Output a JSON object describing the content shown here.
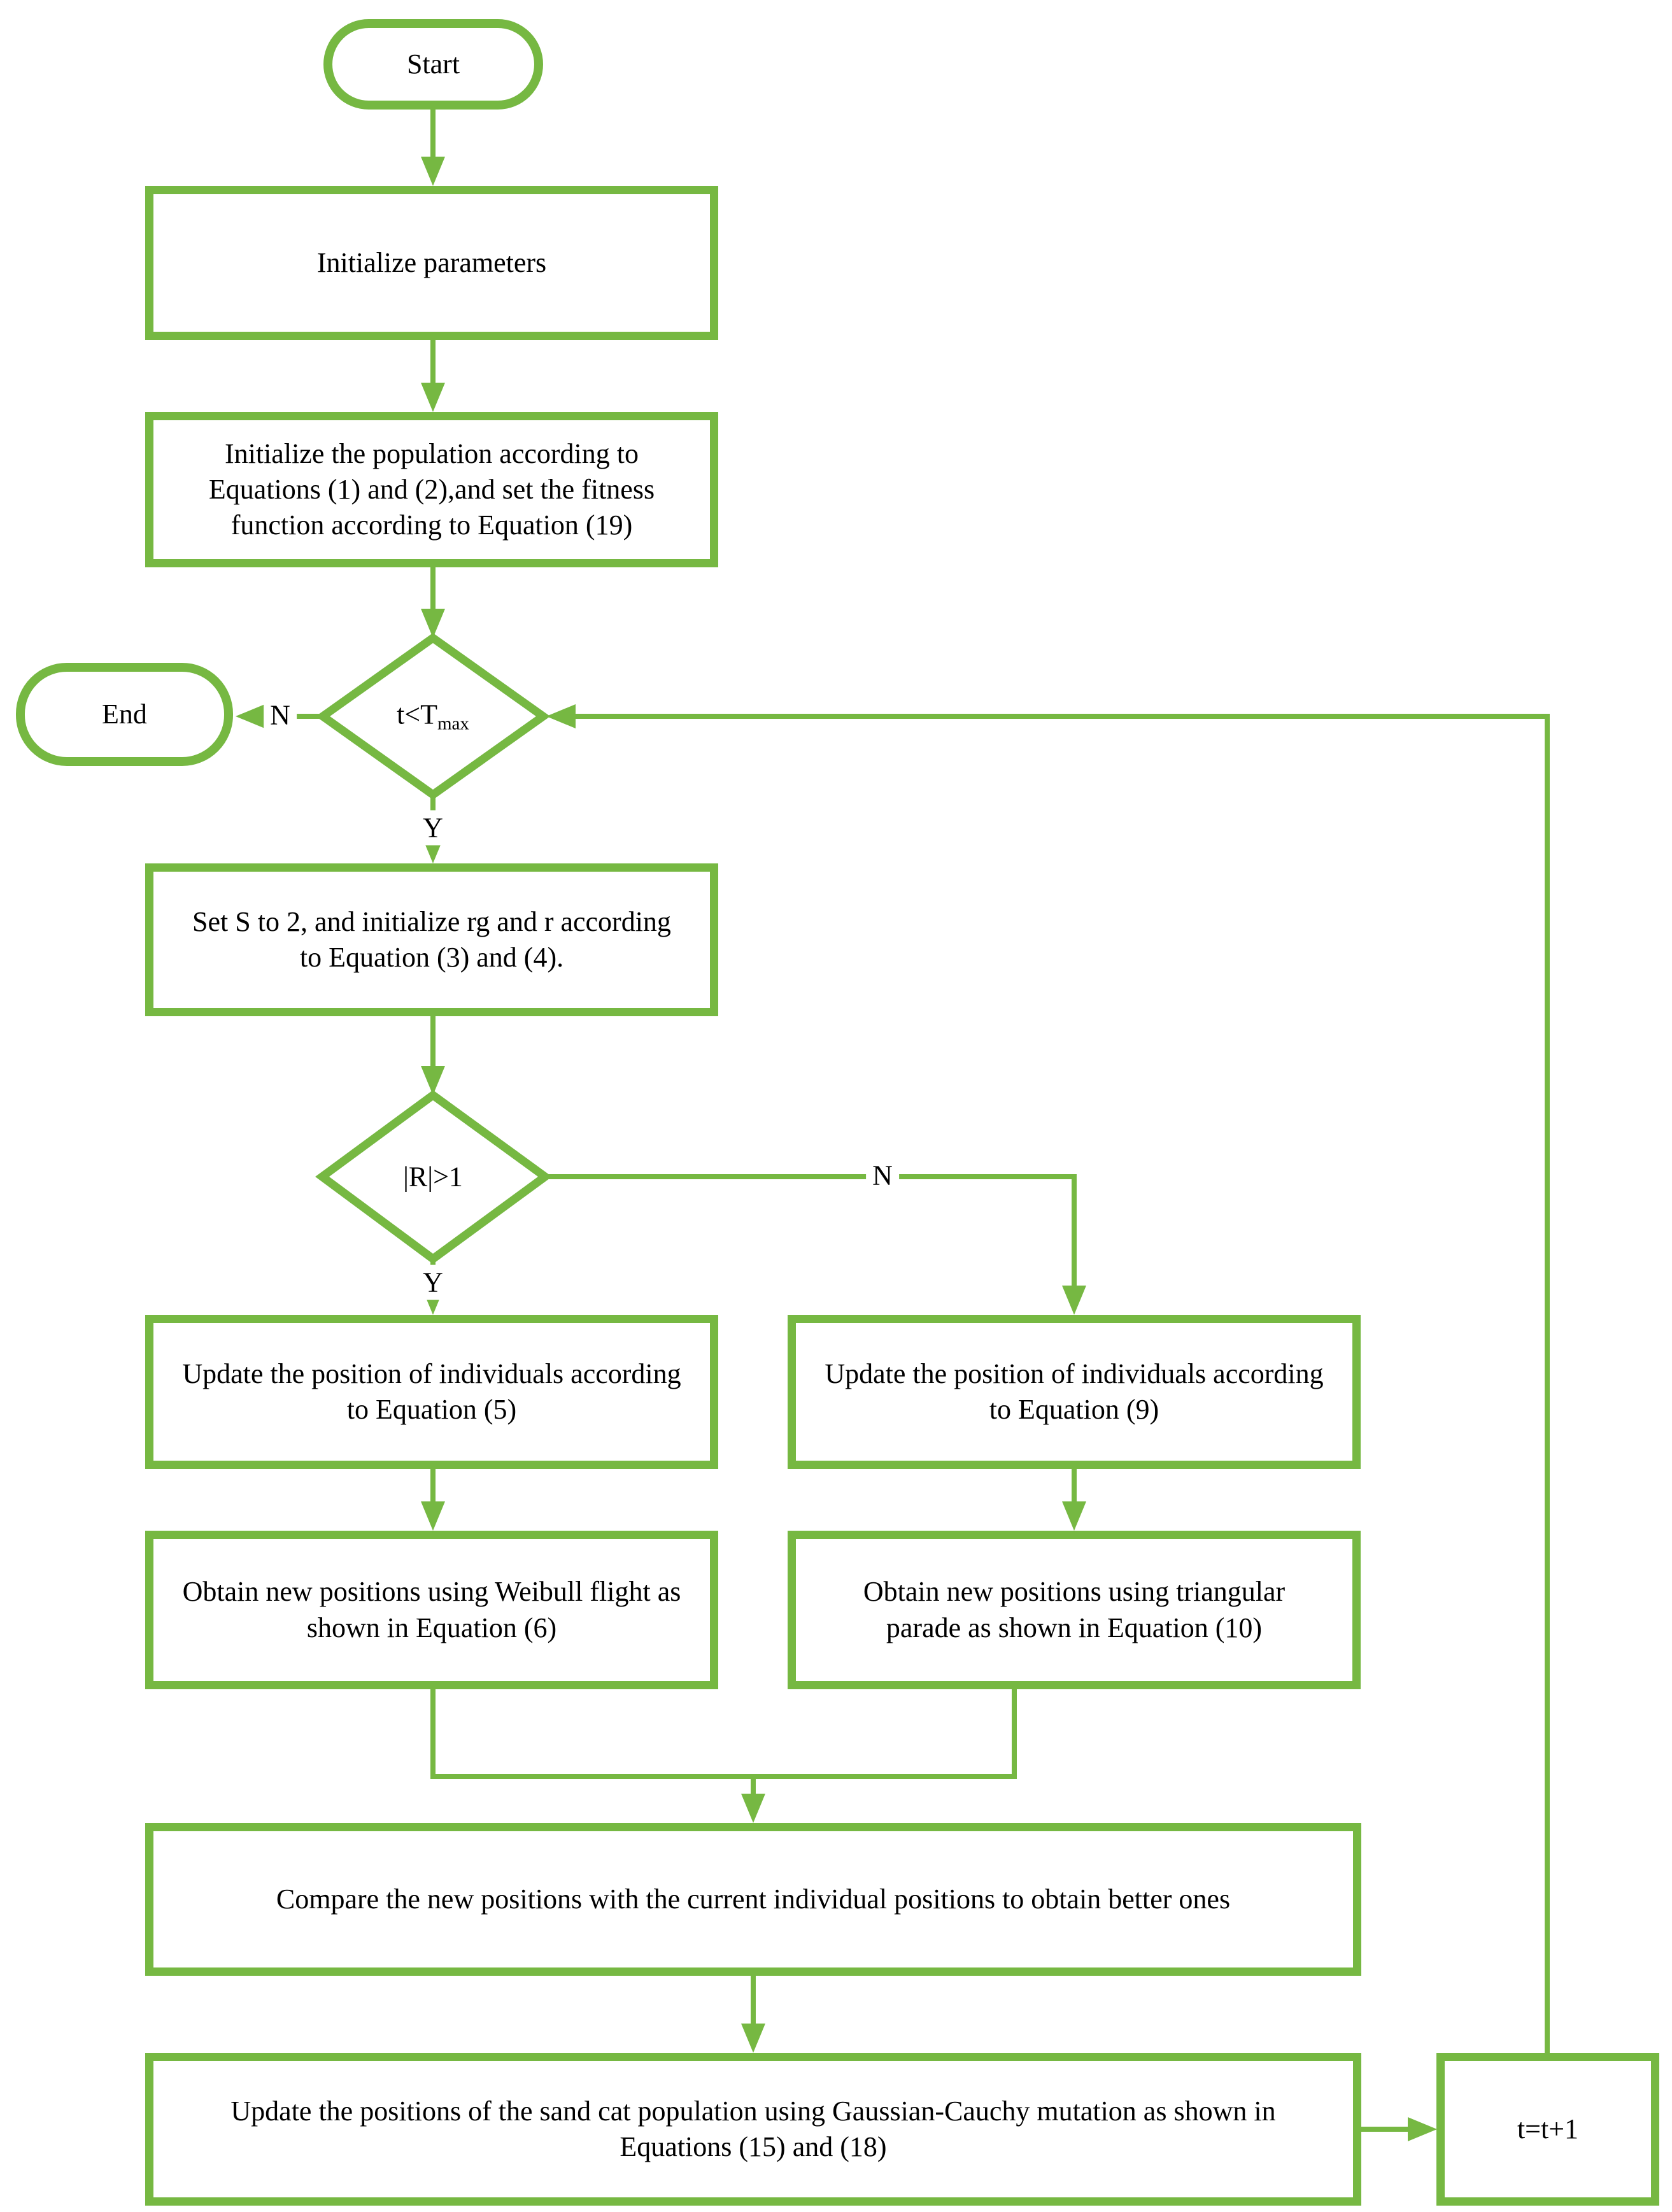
{
  "diagram": {
    "type": "flowchart",
    "accent_color": "#76B842",
    "nodes": {
      "start": {
        "label": "Start",
        "shape": "terminator"
      },
      "init_params": {
        "label": "Initialize parameters",
        "shape": "process"
      },
      "init_population": {
        "label": "Initialize the population according to\nEquations (1) and (2),and set the fitness\nfunction according to Equation (19)",
        "shape": "process"
      },
      "check_iterations": {
        "text": "t<T",
        "sub": "max",
        "shape": "decision"
      },
      "end": {
        "label": "End",
        "shape": "terminator"
      },
      "set_s": {
        "label": "Set S to 2, and initialize rg and r according\nto Equation (3) and (4).",
        "shape": "process"
      },
      "check_r": {
        "label": "|R|>1",
        "shape": "decision"
      },
      "update_eq5": {
        "label": "Update the position of individuals according\nto Equation (5)",
        "shape": "process"
      },
      "update_eq9": {
        "label": "Update the position of individuals according\nto Equation (9)",
        "shape": "process"
      },
      "weibull_flight": {
        "label": "Obtain new positions using Weibull flight as\nshown in Equation (6)",
        "shape": "process"
      },
      "triangular_parade": {
        "label": "Obtain new positions using triangular\nparade as shown in Equation (10)",
        "shape": "process"
      },
      "compare_positions": {
        "label": "Compare the new positions with the current individual positions to obtain better ones",
        "shape": "process"
      },
      "gaussian_cauchy_mutation": {
        "label": "Update the positions of the sand cat population using Gaussian-Cauchy mutation as shown in\nEquations (15) and (18)",
        "shape": "process"
      },
      "increment_t": {
        "label": "t=t+1",
        "shape": "process"
      }
    },
    "edge_labels": {
      "iterations_no": "N",
      "iterations_yes": "Y",
      "r_yes": "Y",
      "r_no": "N"
    }
  }
}
